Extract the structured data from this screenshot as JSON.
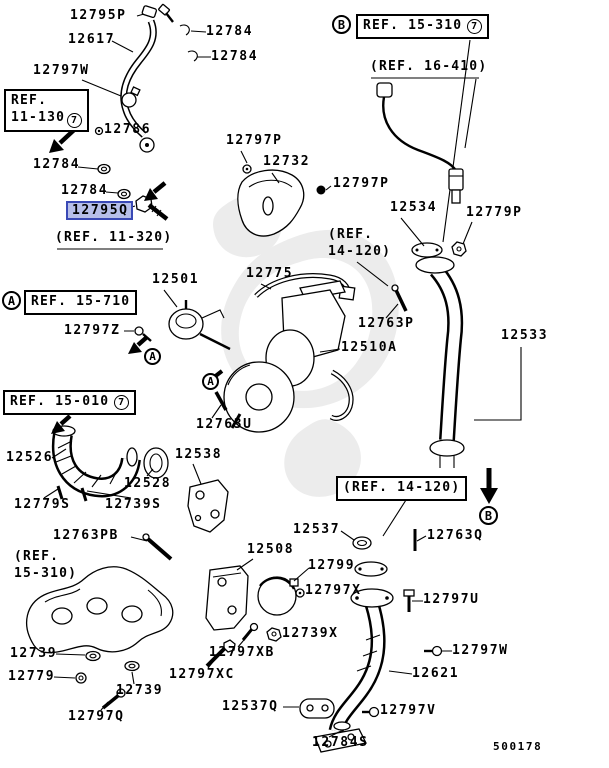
{
  "footer": {
    "code": "500178"
  },
  "colors": {
    "highlight_bg": "#b7bfe9",
    "highlight_border": "#3a49b5",
    "line": "#000000"
  },
  "parts": {
    "l12795P": "12795P",
    "l12617": "12617",
    "l12784a": "12784",
    "l12784b": "12784",
    "l12797Wa": "12797W",
    "l12786": "12786",
    "l12784c": "12784",
    "l12784d": "12784",
    "l12795Q": "12795Q",
    "l12797Pa": "12797P",
    "l12732": "12732",
    "l12797Pb": "12797P",
    "l12534": "12534",
    "l12779P": "12779P",
    "l12501": "12501",
    "l12775": "12775",
    "l12797Z": "12797Z",
    "l12763P": "12763P",
    "l12510A": "12510A",
    "l12533": "12533",
    "l12763U": "12763U",
    "l12526": "12526",
    "l12538": "12538",
    "l12528": "12528",
    "l12779S": "12779S",
    "l12739S": "12739S",
    "l12763PB": "12763PB",
    "l12537": "12537",
    "l12763Q": "12763Q",
    "l12508": "12508",
    "l12799": "12799",
    "l12797X": "12797X",
    "l12797U": "12797U",
    "l12739X": "12739X",
    "l12797XB": "12797XB",
    "l12797XC": "12797XC",
    "l12739a": "12739",
    "l12779": "12779",
    "l12739b": "12739",
    "l12797Q": "12797Q",
    "l12537Q": "12537Q",
    "l12621": "12621",
    "l12797V": "12797V",
    "l12797Wb": "12797W",
    "l12784S": "12784S"
  },
  "refs": {
    "r11_130_1": "REF.",
    "r11_130_2": "11-130",
    "r15_310_top": "REF. 15-310",
    "r16_410": "(REF. 16-410)",
    "r11_320": "(REF. 11-320)",
    "r15_710": "REF. 15-710",
    "r14_120a_1": "(REF.",
    "r14_120a_2": "14-120)",
    "r15_010": "REF. 15-010",
    "r14_120b": "(REF. 14-120)",
    "r15_310b_1": "(REF.",
    "r15_310b_2": "15-310)"
  },
  "marks": {
    "a": "A",
    "b": "B",
    "n7": "7"
  }
}
